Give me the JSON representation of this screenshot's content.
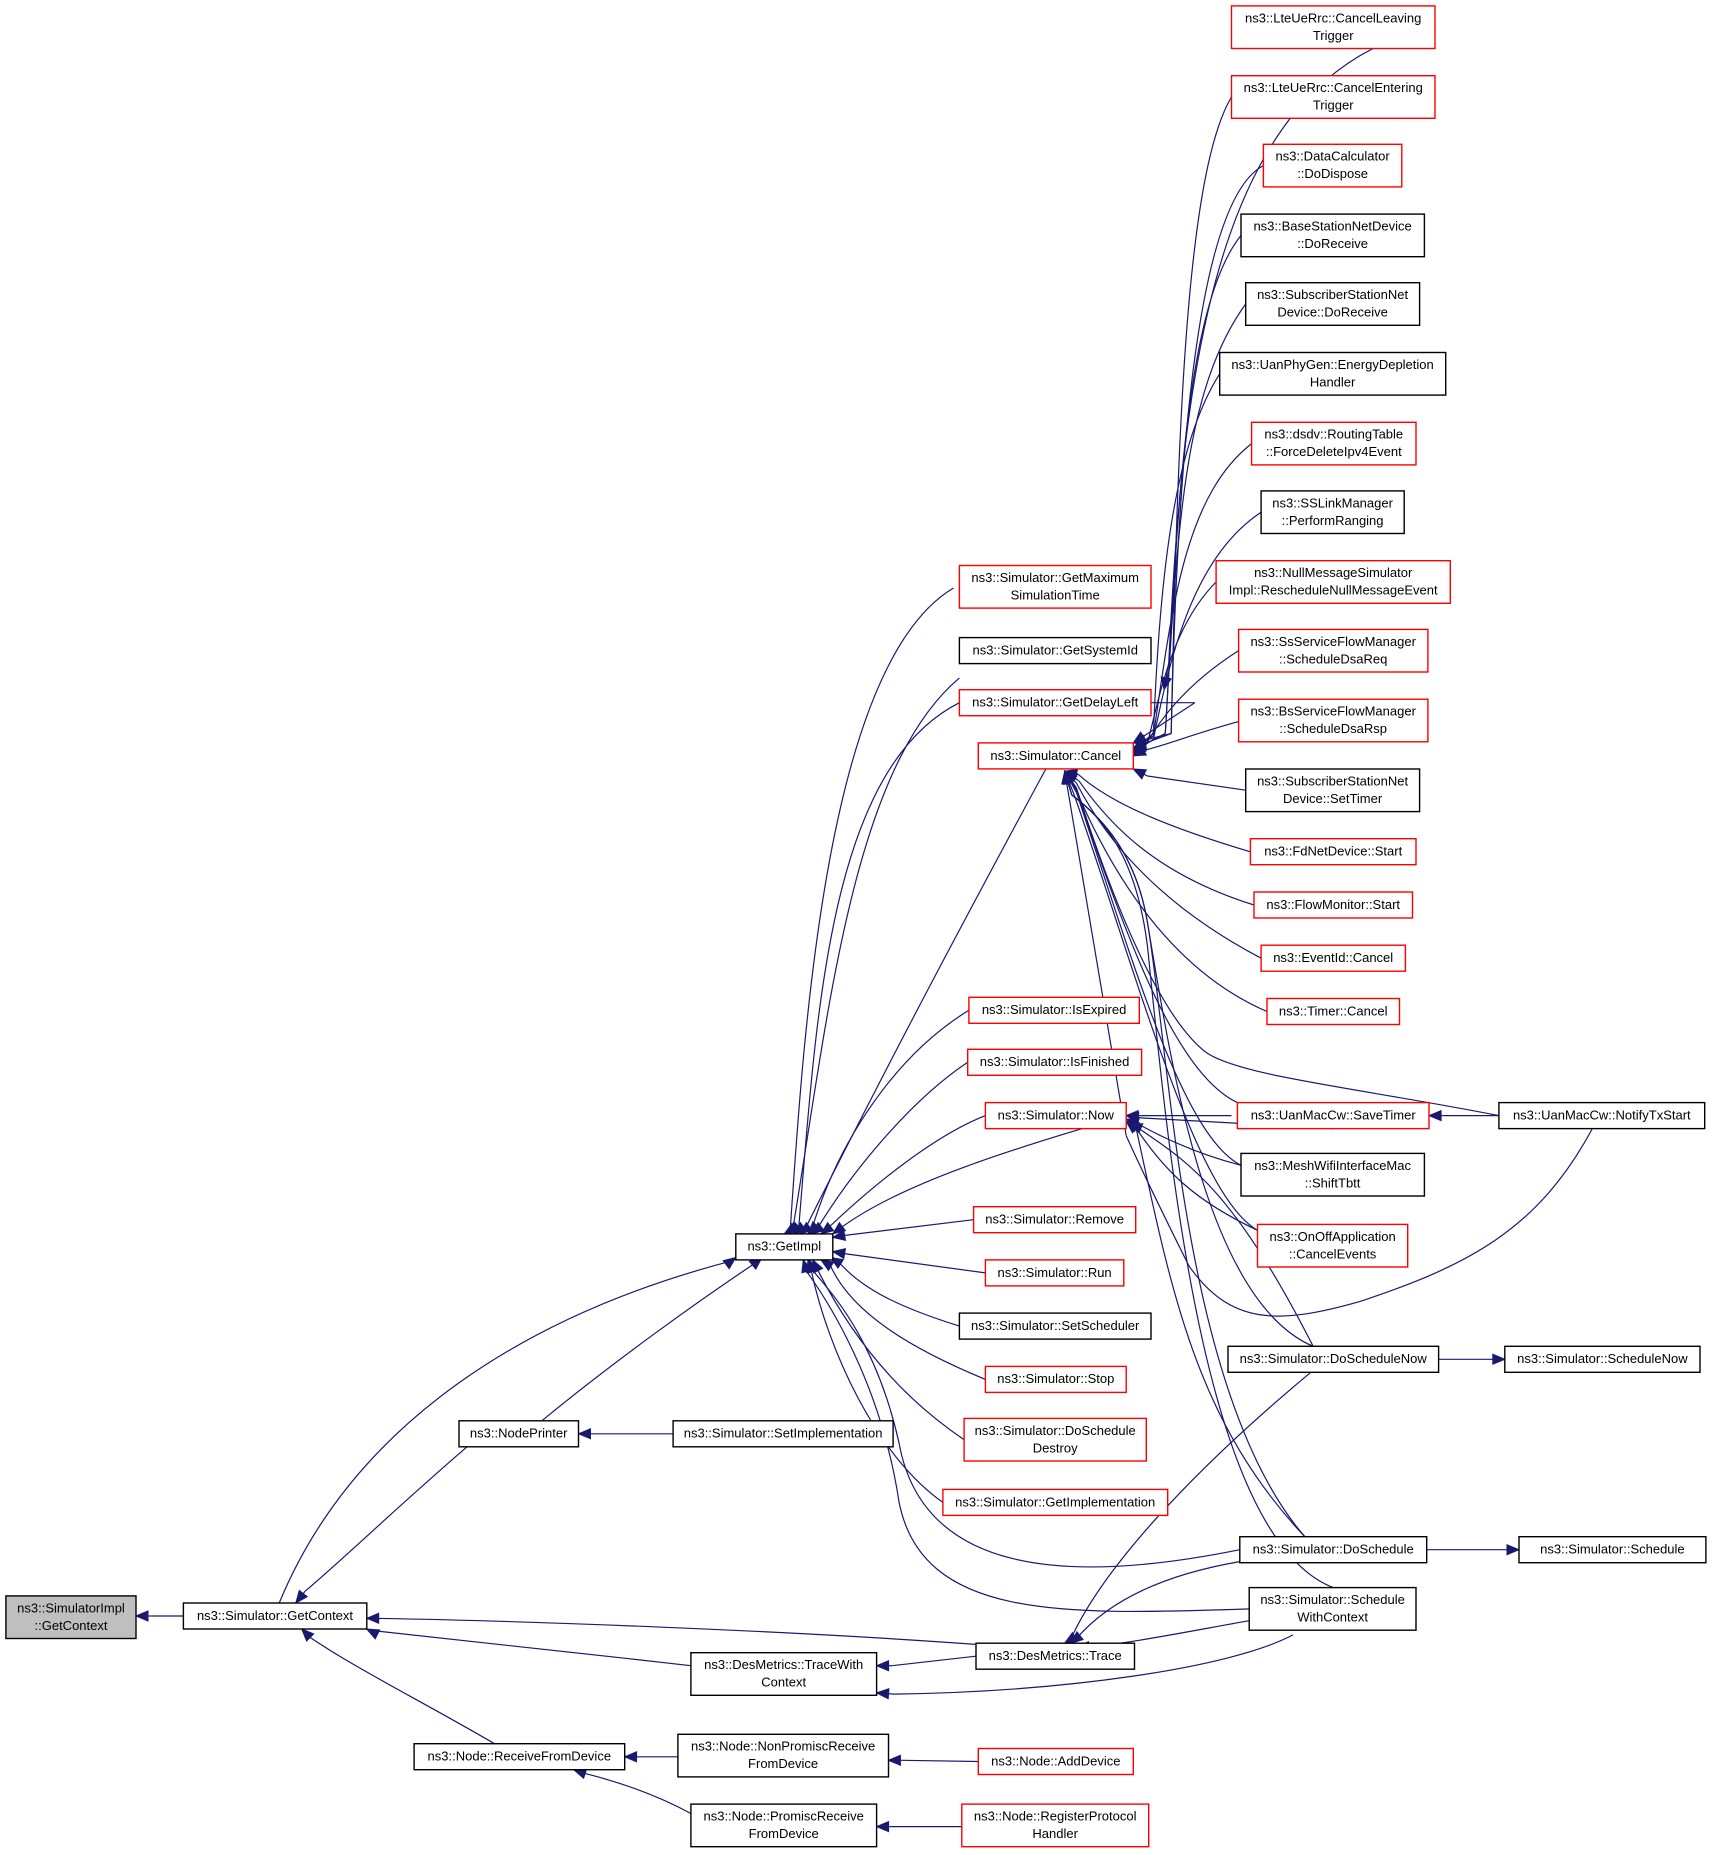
{
  "colors": {
    "edge": "#191970",
    "border_black": "#000000",
    "border_red": "#ff0000",
    "focus_fill": "#bfbfbf",
    "background": "#ffffff"
  },
  "nodes": [
    {
      "id": "n_simimpl",
      "lines": [
        "ns3::SimulatorImpl",
        "::GetContext"
      ],
      "border": "black",
      "focus": true
    },
    {
      "id": "n_getcontext",
      "lines": [
        "ns3::Simulator::GetContext"
      ],
      "border": "black"
    },
    {
      "id": "n_nodeprinter",
      "lines": [
        "ns3::NodePrinter"
      ],
      "border": "black"
    },
    {
      "id": "n_setimpl",
      "lines": [
        "ns3::Simulator::SetImplementation"
      ],
      "border": "black"
    },
    {
      "id": "n_getimpl",
      "lines": [
        "ns3::GetImpl"
      ],
      "border": "black"
    },
    {
      "id": "n_tracewithctx",
      "lines": [
        "ns3::DesMetrics::TraceWith",
        "Context"
      ],
      "border": "black"
    },
    {
      "id": "n_trace",
      "lines": [
        "ns3::DesMetrics::Trace"
      ],
      "border": "black"
    },
    {
      "id": "n_recvfromdev",
      "lines": [
        "ns3::Node::ReceiveFromDevice"
      ],
      "border": "black"
    },
    {
      "id": "n_nonpromisc",
      "lines": [
        "ns3::Node::NonPromiscReceive",
        "FromDevice"
      ],
      "border": "black"
    },
    {
      "id": "n_promisc",
      "lines": [
        "ns3::Node::PromiscReceive",
        "FromDevice"
      ],
      "border": "black"
    },
    {
      "id": "n_adddevice",
      "lines": [
        "ns3::Node::AddDevice"
      ],
      "border": "red"
    },
    {
      "id": "n_regproto",
      "lines": [
        "ns3::Node::RegisterProtocol",
        "Handler"
      ],
      "border": "red"
    },
    {
      "id": "n_getmaxsim",
      "lines": [
        "ns3::Simulator::GetMaximum",
        "SimulationTime"
      ],
      "border": "red"
    },
    {
      "id": "n_getsysid",
      "lines": [
        "ns3::Simulator::GetSystemId"
      ],
      "border": "black"
    },
    {
      "id": "n_getdelayleft",
      "lines": [
        "ns3::Simulator::GetDelayLeft"
      ],
      "border": "red"
    },
    {
      "id": "n_cancel",
      "lines": [
        "ns3::Simulator::Cancel"
      ],
      "border": "red"
    },
    {
      "id": "n_isexpired",
      "lines": [
        "ns3::Simulator::IsExpired"
      ],
      "border": "red"
    },
    {
      "id": "n_isfinished",
      "lines": [
        "ns3::Simulator::IsFinished"
      ],
      "border": "red"
    },
    {
      "id": "n_now",
      "lines": [
        "ns3::Simulator::Now"
      ],
      "border": "red"
    },
    {
      "id": "n_remove",
      "lines": [
        "ns3::Simulator::Remove"
      ],
      "border": "red"
    },
    {
      "id": "n_run",
      "lines": [
        "ns3::Simulator::Run"
      ],
      "border": "red"
    },
    {
      "id": "n_setsched",
      "lines": [
        "ns3::Simulator::SetScheduler"
      ],
      "border": "black"
    },
    {
      "id": "n_stop",
      "lines": [
        "ns3::Simulator::Stop"
      ],
      "border": "red"
    },
    {
      "id": "n_doschedestroy",
      "lines": [
        "ns3::Simulator::DoSchedule",
        "Destroy"
      ],
      "border": "red"
    },
    {
      "id": "n_getimplementation",
      "lines": [
        "ns3::Simulator::GetImplementation"
      ],
      "border": "red"
    },
    {
      "id": "n_ltecancelleaving",
      "lines": [
        "ns3::LteUeRrc::CancelLeaving",
        "Trigger"
      ],
      "border": "red"
    },
    {
      "id": "n_ltecancelentering",
      "lines": [
        "ns3::LteUeRrc::CancelEntering",
        "Trigger"
      ],
      "border": "red"
    },
    {
      "id": "n_datacalc",
      "lines": [
        "ns3::DataCalculator",
        "::DoDispose"
      ],
      "border": "red"
    },
    {
      "id": "n_bsnetdev",
      "lines": [
        "ns3::BaseStationNetDevice",
        "::DoReceive"
      ],
      "border": "black"
    },
    {
      "id": "n_ssnetdev_recv",
      "lines": [
        "ns3::SubscriberStationNet",
        "Device::DoReceive"
      ],
      "border": "black"
    },
    {
      "id": "n_uanphy",
      "lines": [
        "ns3::UanPhyGen::EnergyDepletion",
        "Handler"
      ],
      "border": "black"
    },
    {
      "id": "n_dsdv",
      "lines": [
        "ns3::dsdv::RoutingTable",
        "::ForceDeleteIpv4Event"
      ],
      "border": "red"
    },
    {
      "id": "n_sslink",
      "lines": [
        "ns3::SSLinkManager",
        "::PerformRanging"
      ],
      "border": "black"
    },
    {
      "id": "n_nullmsg",
      "lines": [
        "ns3::NullMessageSimulator",
        "Impl::RescheduleNullMessageEvent"
      ],
      "border": "red"
    },
    {
      "id": "n_ssflow",
      "lines": [
        "ns3::SsServiceFlowManager",
        "::ScheduleDsaReq"
      ],
      "border": "red"
    },
    {
      "id": "n_bsflow",
      "lines": [
        "ns3::BsServiceFlowManager",
        "::ScheduleDsaRsp"
      ],
      "border": "red"
    },
    {
      "id": "n_ssnetdev_timer",
      "lines": [
        "ns3::SubscriberStationNet",
        "Device::SetTimer"
      ],
      "border": "black"
    },
    {
      "id": "n_fdnet",
      "lines": [
        "ns3::FdNetDevice::Start"
      ],
      "border": "red"
    },
    {
      "id": "n_flowmon",
      "lines": [
        "ns3::FlowMonitor::Start"
      ],
      "border": "red"
    },
    {
      "id": "n_eventid",
      "lines": [
        "ns3::EventId::Cancel"
      ],
      "border": "red"
    },
    {
      "id": "n_timer",
      "lines": [
        "ns3::Timer::Cancel"
      ],
      "border": "red"
    },
    {
      "id": "n_uansave",
      "lines": [
        "ns3::UanMacCw::SaveTimer"
      ],
      "border": "red"
    },
    {
      "id": "n_uannotify",
      "lines": [
        "ns3::UanMacCw::NotifyTxStart"
      ],
      "border": "black"
    },
    {
      "id": "n_meshwifi",
      "lines": [
        "ns3::MeshWifiInterfaceMac",
        "::ShiftTbtt"
      ],
      "border": "black"
    },
    {
      "id": "n_onoff",
      "lines": [
        "ns3::OnOffApplication",
        "::CancelEvents"
      ],
      "border": "red"
    },
    {
      "id": "n_doschednow",
      "lines": [
        "ns3::Simulator::DoScheduleNow"
      ],
      "border": "black"
    },
    {
      "id": "n_schednow",
      "lines": [
        "ns3::Simulator::ScheduleNow"
      ],
      "border": "black"
    },
    {
      "id": "n_dosched",
      "lines": [
        "ns3::Simulator::DoSchedule"
      ],
      "border": "black"
    },
    {
      "id": "n_sched",
      "lines": [
        "ns3::Simulator::Schedule"
      ],
      "border": "black"
    },
    {
      "id": "n_schedctx",
      "lines": [
        "ns3::Simulator::Schedule",
        "WithContext"
      ],
      "border": "black"
    }
  ]
}
